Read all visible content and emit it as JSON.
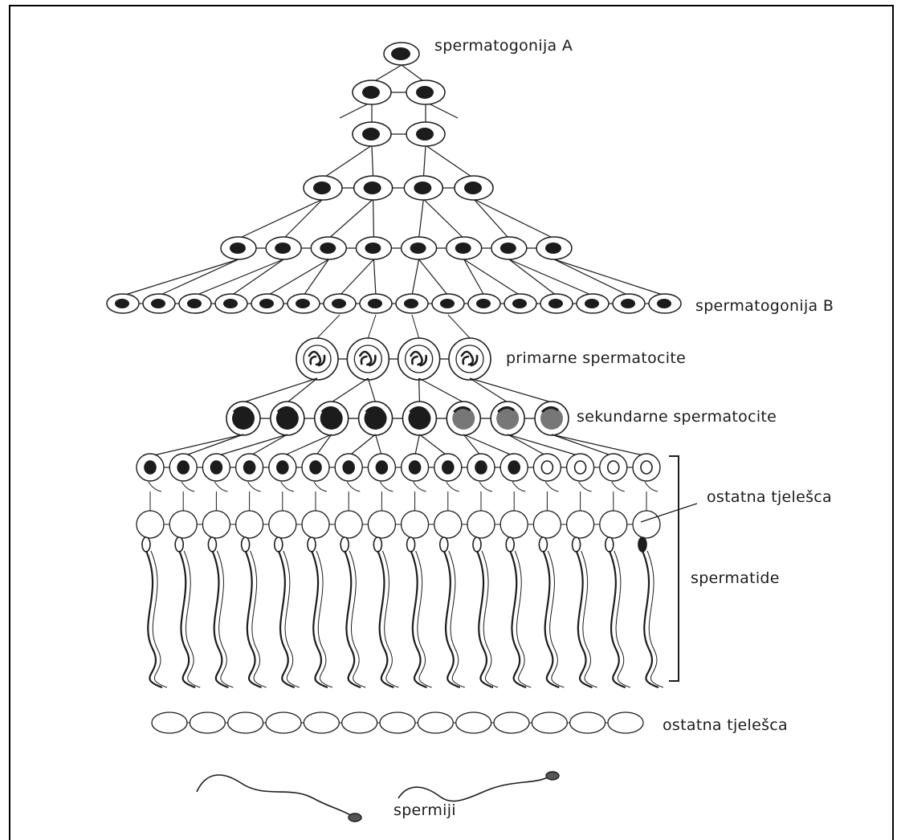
{
  "labels": {
    "spermatogonia_a": "spermatogonija A",
    "spermatogonia_b": "spermatogonija B",
    "primary_spermatocytes": "primarne spermatocite",
    "secondary_spermatocytes": "sekundarne spermatocite",
    "residual_bodies_top": "ostatna tjelešca",
    "spermatids": "spermatide",
    "residual_bodies_bottom": "ostatna tjelešca",
    "spermatozoa": "spermiji"
  },
  "cell_counts": {
    "spermatogonia_a": 1,
    "generation_2": 2,
    "generation_3": 2,
    "generation_4": 4,
    "generation_5": 8,
    "spermatogonia_b": 16,
    "primary_spermatocytes": 4,
    "secondary_spermatocytes": 8,
    "spermatids": 16,
    "residual_bodies": 13,
    "spermatozoa": 2
  },
  "colors": {
    "ink": "#1c1c1c",
    "background": "#ffffff"
  }
}
